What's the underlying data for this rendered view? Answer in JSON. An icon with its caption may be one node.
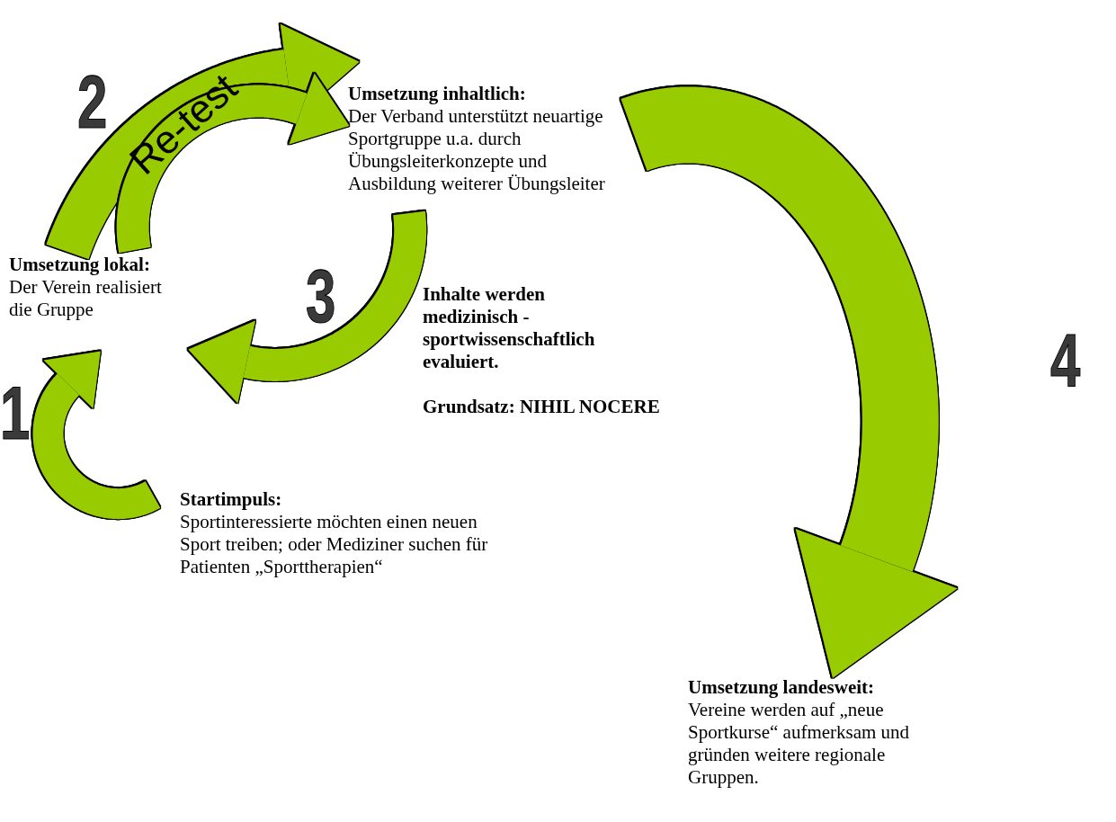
{
  "diagram": {
    "nodes": [
      {
        "text": [
          "Umsetzung inhaltlich:",
          "Der Verband unterstützt neuartige Sportgruppe u.a. durch Übungsleiterkonzepte und Ausbildung weiterer Übungsleiter"
        ]
      },
      {
        "text": [
          "Umsetzung lokal:",
          "Der Verein realisiert die Gruppe"
        ]
      },
      {
        "text": [
          "Startimpuls:",
          "Sportinteressierte möchten einen neuen Sport treiben; oder Mediziner suchen für Patienten „Sporttherapien“"
        ]
      },
      {
        "text": [
          "Umsetzung landesweit:",
          "Vereine werden auf „neue Sportkurse“ aufmerksam und gründen weitere regionale Gruppen."
        ]
      }
    ],
    "edges": [
      {
        "from": 2,
        "to": 1,
        "arrow": "to"
      },
      {
        "from": 1,
        "to": 0,
        "arrow": "to"
      },
      {
        "from": 1,
        "to": 0,
        "arrow": "to",
        "label": "Re-test"
      },
      {
        "from": 0,
        "to": 1,
        "arrow": "to"
      },
      {
        "from": 0,
        "to": 3,
        "arrow": "to",
        "style": "thick"
      }
    ],
    "labels": [
      "2",
      "3",
      "Inhalte werden medizinisch - sportwissenschaftlich evaluiert.",
      "Grundsatz: NIHIL NOCERE",
      "4",
      "1"
    ]
  }
}
